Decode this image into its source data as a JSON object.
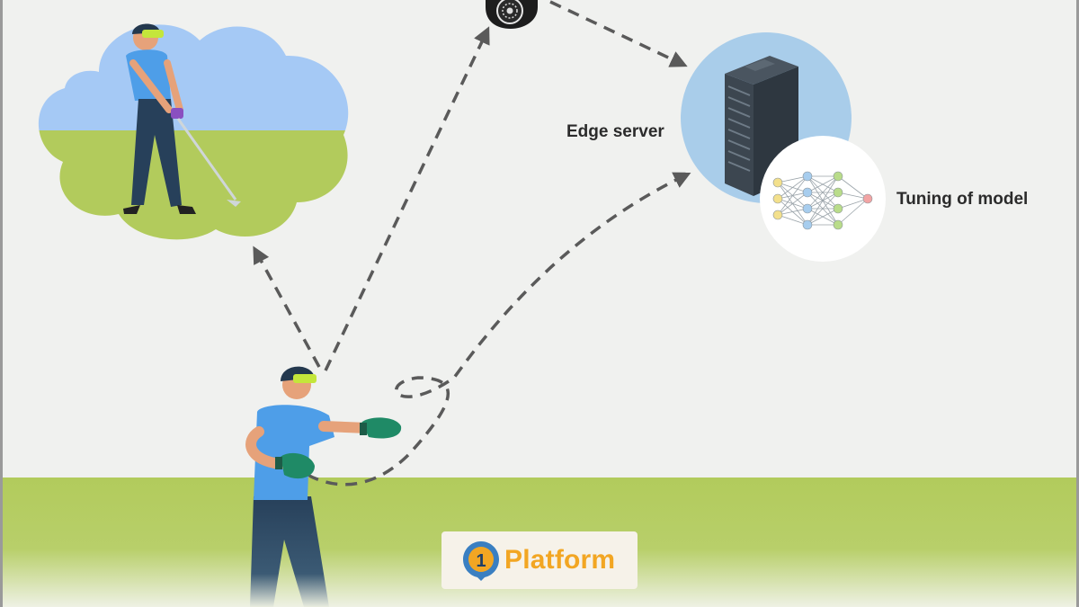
{
  "labels": {
    "edge_server": "Edge server",
    "tuning": "Tuning of model"
  },
  "badge": {
    "logo_digit": "1",
    "text": "Platform"
  },
  "colors": {
    "background": "#f0f1ef",
    "grass": "#b2cb5c",
    "sky": "#a5c9f5",
    "server_circle": "#a9cdea",
    "shirt": "#4e9ee8",
    "pants": "#27405a",
    "visor": "#c4e63b",
    "glove": "#1f8a66",
    "arrow": "#5a5a5a",
    "badge_text": "#f2a623",
    "badge_logo": "#3a7fc1"
  },
  "icons": [
    "golfer-thought-cloud",
    "boxer-figure",
    "security-camera-icon",
    "server-rack-icon",
    "neural-network-icon",
    "platform-logo-icon"
  ]
}
